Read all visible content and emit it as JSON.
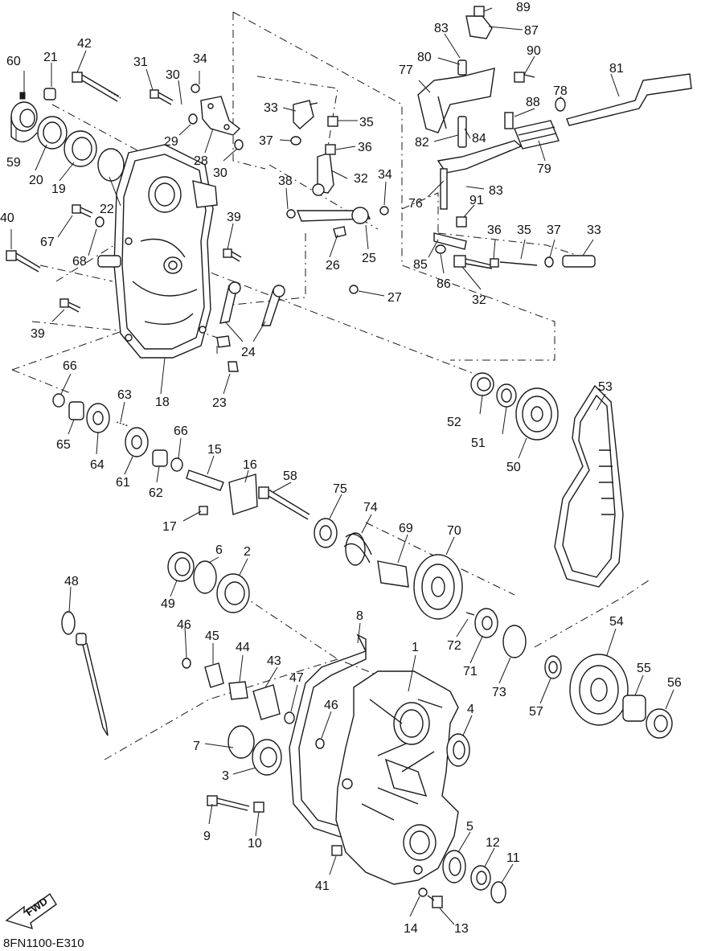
{
  "diagram": {
    "code": "8FN1100-E310",
    "fwd_label": "FWD",
    "callouts": [
      "1",
      "2",
      "3",
      "4",
      "5",
      "6",
      "7",
      "8",
      "9",
      "10",
      "11",
      "12",
      "13",
      "14",
      "15",
      "16",
      "17",
      "18",
      "19",
      "20",
      "21",
      "22",
      "23",
      "24",
      "25",
      "26",
      "27",
      "28",
      "29",
      "30",
      "31",
      "32",
      "33",
      "34",
      "35",
      "36",
      "37",
      "38",
      "39",
      "40",
      "41",
      "42",
      "43",
      "44",
      "45",
      "46",
      "47",
      "48",
      "49",
      "50",
      "51",
      "52",
      "53",
      "54",
      "55",
      "56",
      "57",
      "58",
      "59",
      "60",
      "61",
      "62",
      "63",
      "64",
      "65",
      "66",
      "67",
      "68",
      "69",
      "70",
      "71",
      "72",
      "73",
      "74",
      "75",
      "76",
      "77",
      "78",
      "79",
      "80",
      "81",
      "82",
      "83",
      "84",
      "85",
      "86",
      "87",
      "88",
      "89",
      "90",
      "91"
    ]
  }
}
